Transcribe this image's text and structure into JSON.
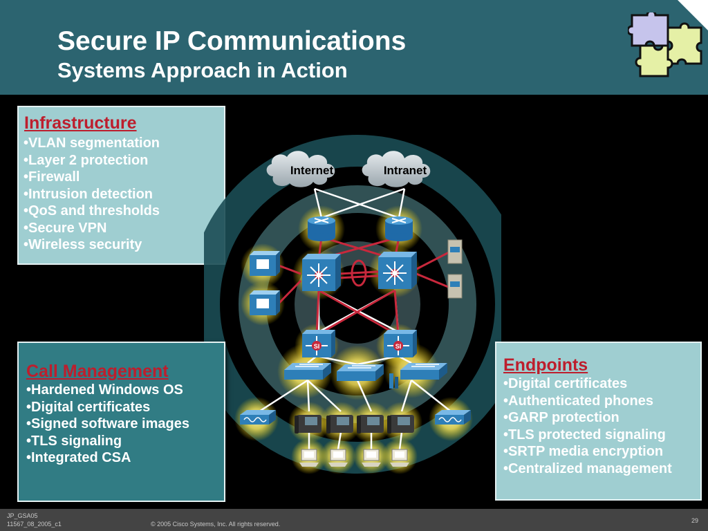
{
  "header": {
    "title": "Secure IP Communications",
    "subtitle": "Systems Approach in Action"
  },
  "colors": {
    "header_bg": "#2c6470",
    "panel_light": "#9fced1",
    "panel_dark": "#317c84",
    "heading_red": "#bd1e2d",
    "router_blue": "#2e7fb8",
    "link_red": "#c8283c"
  },
  "infrastructure": {
    "title": "Infrastructure",
    "items": [
      "•VLAN segmentation",
      "•Layer 2 protection",
      "•Firewall",
      "•Intrusion detection",
      "•QoS and thresholds",
      "•Secure VPN",
      "•Wireless security"
    ]
  },
  "call_management": {
    "title": "Call Management",
    "items": [
      "•Hardened Windows OS",
      "•Digital certificates",
      "•Signed software images",
      "•TLS signaling",
      "•Integrated CSA"
    ]
  },
  "endpoints": {
    "title": "Endpoints",
    "items": [
      "•Digital certificates",
      "•Authenticated phones",
      "•GARP protection",
      "•TLS protected signaling",
      "•SRTP media encryption",
      "•Centralized management"
    ]
  },
  "diagram": {
    "cloud_internet": "Internet",
    "cloud_intranet": "Intranet",
    "si_label": "SI",
    "icons": [
      "cloud-icon",
      "router-icon",
      "multilayer-switch-icon",
      "workgroup-switch-icon",
      "ip-phone-icon",
      "pc-icon",
      "firewall-icon",
      "server-icon",
      "access-point-icon",
      "puzzle-icon"
    ]
  },
  "footer": {
    "code_line1": "JP_GSA05",
    "code_line2": "11567_08_2005_c1",
    "copyright": "© 2005 Cisco Systems, Inc. All rights reserved.",
    "page_number": "29"
  }
}
